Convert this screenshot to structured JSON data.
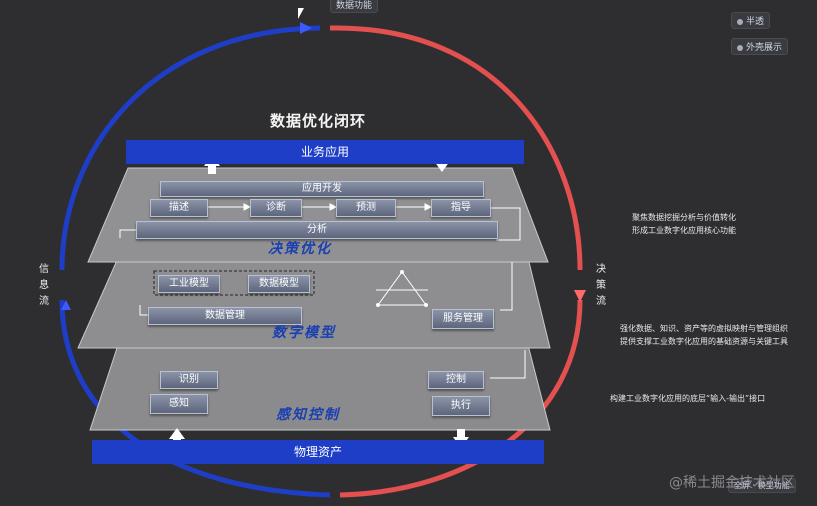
{
  "toolbar": {
    "top_label": "数据功能",
    "semi_transparent": "半透",
    "shell_display": "外壳展示"
  },
  "diagram": {
    "title": "数据优化闭环",
    "left_flow": [
      "信",
      "息",
      "流"
    ],
    "right_flow": [
      "决",
      "策",
      "流"
    ],
    "top_bar": "业务应用",
    "bottom_bar": "物理资产",
    "layers": {
      "decision": {
        "label": "决策优化",
        "app_dev": "应用开发",
        "steps": [
          "描述",
          "诊断",
          "预测",
          "指导"
        ],
        "analysis": "分析"
      },
      "digital": {
        "label": "数字模型",
        "industrial_model": "工业模型",
        "data_model": "数据模型",
        "data_management": "数据管理",
        "service_management": "服务管理"
      },
      "perception": {
        "label": "感知控制",
        "recognize": "识别",
        "sense": "感知",
        "control": "控制",
        "execute": "执行"
      }
    },
    "notes": {
      "decision": [
        "聚焦数据挖掘分析与价值转化",
        "形成工业数字化应用核心功能"
      ],
      "digital": [
        "强化数据、知识、资产等的虚拟映射与管理组织",
        "提供支撑工业数字化应用的基础资源与关键工具"
      ],
      "perception": [
        "构建工业数字化应用的底层“输入-输出”接口"
      ]
    },
    "colors": {
      "blue_flow": "#1f3ec8",
      "red_flow": "#e2504f",
      "layer_fill": "#8b8b8d"
    }
  },
  "footer": {
    "watermark": "@稀土掘金技术社区",
    "bottom_button": "全屏 · 模型功能"
  }
}
